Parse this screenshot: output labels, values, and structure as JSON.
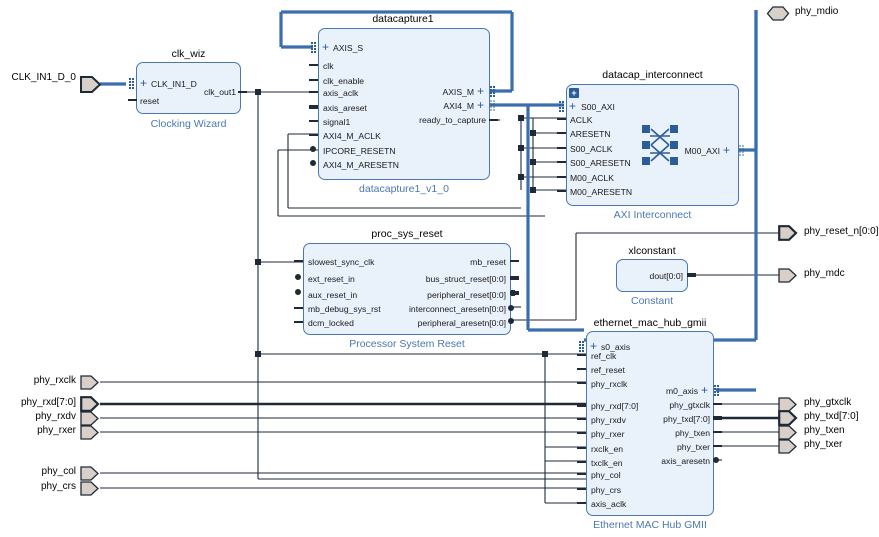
{
  "diagram": {
    "kind": "block-design",
    "colors": {
      "block_fill": "#e9f1fb",
      "block_border": "#4a77b4",
      "sub_label": "#4a77b4",
      "wire": "#1f2a38",
      "bus_wire": "#3b6ead",
      "port_fill": "#d8d0c8",
      "background": "#ffffff"
    }
  },
  "blocks": [
    {
      "id": "clk_wiz",
      "title": "clk_wiz",
      "subtitle": "Clocking Wizard",
      "inputs": [
        "CLK_IN1_D",
        "reset"
      ],
      "outputs": [
        "clk_out1"
      ]
    },
    {
      "id": "datacapture1",
      "title": "datacapture1",
      "subtitle": "datacapture1_v1_0",
      "inputs": [
        "AXIS_S",
        "clk",
        "clk_enable",
        "axis_aclk",
        "axis_areset",
        "signal1",
        "AXI4_M_ACLK",
        "IPCORE_RESETN",
        "AXI4_M_ARESETN"
      ],
      "outputs": [
        "AXIS_M",
        "AXI4_M",
        "ready_to_capture"
      ]
    },
    {
      "id": "datacap_interconnect",
      "title": "datacap_interconnect",
      "subtitle": "AXI Interconnect",
      "inputs": [
        "S00_AXI",
        "ACLK",
        "ARESETN",
        "S00_ACLK",
        "S00_ARESETN",
        "M00_ACLK",
        "M00_ARESETN"
      ],
      "outputs": [
        "M00_AXI"
      ]
    },
    {
      "id": "proc_sys_reset",
      "title": "proc_sys_reset",
      "subtitle": "Processor System Reset",
      "inputs": [
        "slowest_sync_clk",
        "ext_reset_in",
        "aux_reset_in",
        "mb_debug_sys_rst",
        "dcm_locked"
      ],
      "outputs": [
        "mb_reset",
        "bus_struct_reset[0:0]",
        "peripheral_reset[0:0]",
        "interconnect_aresetn[0:0]",
        "peripheral_aresetn[0:0]"
      ]
    },
    {
      "id": "xlconstant",
      "title": "xlconstant",
      "subtitle": "Constant",
      "inputs": [],
      "outputs": [
        "dout[0:0]"
      ]
    },
    {
      "id": "ethernet_mac_hub_gmii",
      "title": "ethernet_mac_hub_gmii",
      "subtitle": "Ethernet MAC Hub GMII",
      "inputs": [
        "s0_axis",
        "ref_clk",
        "ref_reset",
        "phy_rxclk",
        "phy_rxd[7:0]",
        "phy_rxdv",
        "phy_rxer",
        "rxclk_en",
        "txclk_en",
        "phy_col",
        "phy_crs",
        "axis_aclk"
      ],
      "outputs": [
        "m0_axis",
        "phy_gtxclk",
        "phy_txd[7:0]",
        "phy_txen",
        "phy_txer",
        "axis_aresetn"
      ]
    }
  ],
  "external_ports": {
    "inputs": [
      {
        "name": "CLK_IN1_D_0",
        "type": "bus"
      },
      {
        "name": "phy_rxclk",
        "type": "single"
      },
      {
        "name": "phy_rxd[7:0]",
        "type": "bus"
      },
      {
        "name": "phy_rxdv",
        "type": "single"
      },
      {
        "name": "phy_rxer",
        "type": "single"
      },
      {
        "name": "phy_col",
        "type": "single"
      },
      {
        "name": "phy_crs",
        "type": "single"
      }
    ],
    "inouts": [
      {
        "name": "phy_mdio",
        "type": "inout"
      }
    ],
    "outputs": [
      {
        "name": "phy_reset_n[0:0]",
        "type": "bus"
      },
      {
        "name": "phy_mdc",
        "type": "single"
      },
      {
        "name": "phy_gtxclk",
        "type": "single"
      },
      {
        "name": "phy_txd[7:0]",
        "type": "bus"
      },
      {
        "name": "phy_txen",
        "type": "single"
      },
      {
        "name": "phy_txer",
        "type": "single"
      }
    ]
  }
}
